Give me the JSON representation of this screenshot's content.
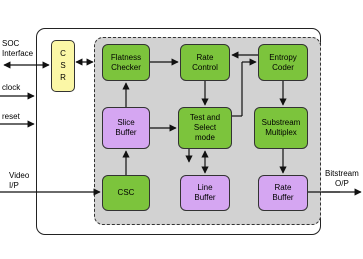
{
  "blocks": {
    "csr": "CSR",
    "flatness_checker": "Flatness\nChecker",
    "rate_control": "Rate\nControl",
    "entropy_coder": "Entropy\nCoder",
    "slice_buffer": "Slice\nBuffer",
    "test_select": "Test and\nSelect\nmode",
    "substream_multiplex": "Substream\nMultiplex",
    "csc": "CSC",
    "line_buffer": "Line\nBuffer",
    "rate_buffer": "Rate\nBuffer"
  },
  "external": {
    "soc_interface": "SOC\nInterface",
    "clock": "clock",
    "reset": "reset",
    "video_ip": "Video\nI/P",
    "bitstream_op": "Bitstream\nO/P"
  },
  "colors": {
    "core_logic": "#7cc43c",
    "buffers": "#d5a6f2",
    "csr": "#fbf7a6",
    "core_background": "#d2d2d2"
  }
}
